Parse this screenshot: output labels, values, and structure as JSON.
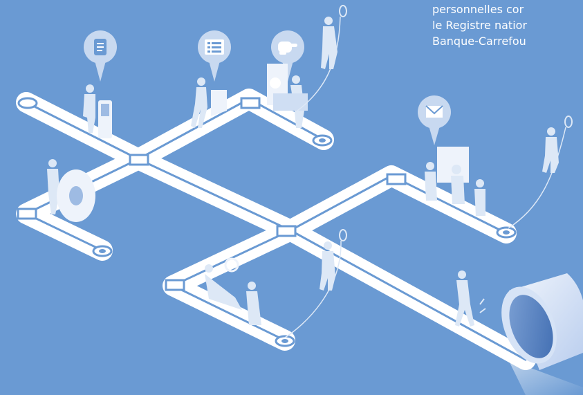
{
  "caption": {
    "lines": [
      "personnelles cor",
      "le Registre natior",
      "Banque-Carrefou"
    ]
  },
  "colors": {
    "background": "#6a9ad3",
    "road": "#ffffff",
    "road_line": "#6a9ad3",
    "figure": "#dde8f6",
    "bubble": "#c8d9f0"
  },
  "icons": {
    "bubbles": [
      "document-icon",
      "list-icon",
      "hand-icon",
      "envelope-icon"
    ]
  }
}
